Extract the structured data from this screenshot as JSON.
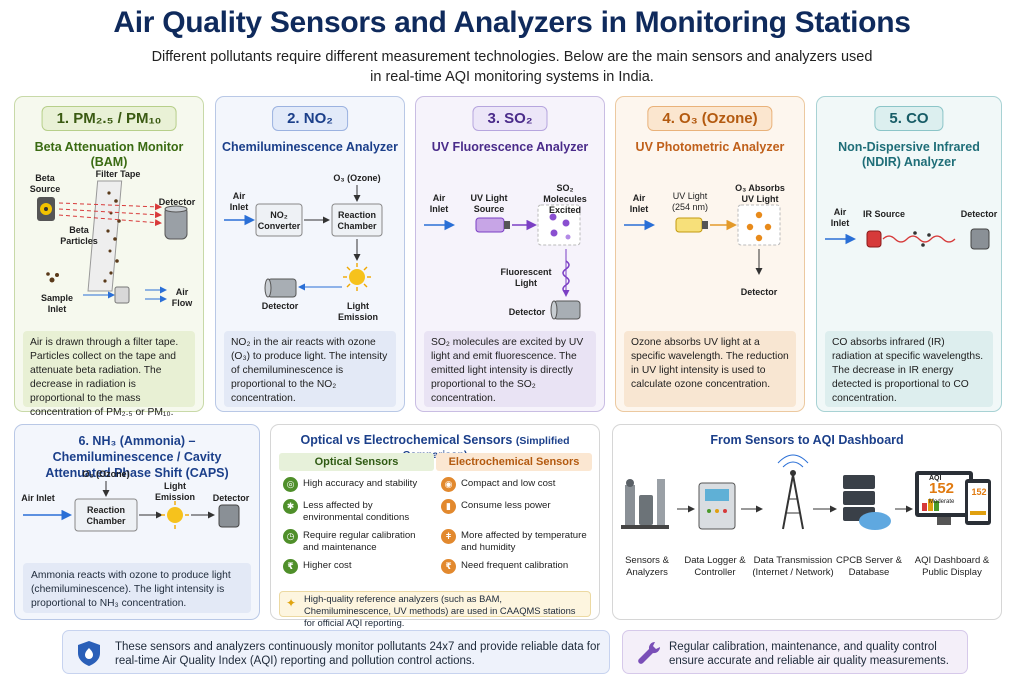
{
  "header": {
    "title": "Air Quality Sensors and Analyzers in Monitoring Stations",
    "subtitle": "Different pollutants require different measurement technologies. Below are the main sensors and analyzers used in real-time AQI monitoring systems in India."
  },
  "cards": {
    "pm": {
      "badge": "1. PM₂.₅ / PM₁₀",
      "method": "Beta Attenuation Monitor (BAM)",
      "labels": {
        "beta_source": "Beta Source",
        "filter_tape": "Filter Tape",
        "detector": "Detector",
        "beta_particles": "Beta Particles",
        "sample_inlet": "Sample Inlet",
        "air_flow": "Air Flow"
      },
      "description": "Air is drawn through a filter tape. Particles collect on the tape and attenuate beta radiation. The decrease in radiation is proportional to the mass concentration of PM₂.₅ or PM₁₀."
    },
    "no2": {
      "badge": "2. NO₂",
      "method": "Chemiluminescence Analyzer",
      "labels": {
        "air_inlet": "Air Inlet",
        "converter": "NO₂ Converter",
        "ozone": "O₃ (Ozone)",
        "chamber": "Reaction Chamber",
        "detector": "Detector",
        "emission": "Light Emission"
      },
      "description": "NO₂ in the air reacts with ozone (O₃) to produce light. The intensity of chemiluminescence is proportional to the NO₂ concentration."
    },
    "so2": {
      "badge": "3. SO₂",
      "method": "UV Fluorescence Analyzer",
      "labels": {
        "air_inlet": "Air Inlet",
        "uv_source": "UV Light Source",
        "excited": "SO₂ Molecules Excited",
        "fluorescent": "Fluorescent Light",
        "detector": "Detector"
      },
      "description": "SO₂ molecules are excited by UV light and emit fluorescence. The emitted light intensity is directly proportional to the SO₂ concentration."
    },
    "o3": {
      "badge": "4. O₃ (Ozone)",
      "method": "UV Photometric Analyzer",
      "labels": {
        "air_inlet": "Air Inlet",
        "uv_light": "UV Light (254 nm)",
        "absorbs": "O₃ Absorbs UV Light",
        "detector": "Detector"
      },
      "description": "Ozone absorbs UV light at a specific wavelength. The reduction in UV light intensity is used to calculate ozone concentration."
    },
    "co": {
      "badge": "5. CO",
      "method": "Non-Dispersive Infrared (NDIR) Analyzer",
      "labels": {
        "air_inlet": "Air Inlet",
        "ir_source": "IR Source",
        "detector": "Detector"
      },
      "description": "CO absorbs infrared (IR) radiation at specific wavelengths. The decrease in IR energy detected is proportional to CO concentration."
    },
    "nh3": {
      "title": "6. NH₃ (Ammonia) – Chemiluminescence / Cavity Attenuated Phase Shift (CAPS)",
      "labels": {
        "air_inlet": "Air Inlet",
        "ozone": "O₃ (Ozone)",
        "chamber": "Reaction Chamber",
        "emission": "Light Emission",
        "detector": "Detector"
      },
      "description": "Ammonia reacts with ozone to produce light (chemiluminescence). The light intensity is proportional to NH₃ concentration."
    }
  },
  "comparison": {
    "title": "Optical vs Electrochemical Sensors",
    "title_small": "(Simplified Comparison)",
    "optical_head": "Optical Sensors",
    "electro_head": "Electrochemical Sensors",
    "optical": [
      "High accuracy and stability",
      "Less affected by environmental conditions",
      "Require regular calibration and maintenance",
      "Higher cost"
    ],
    "electro": [
      "Compact and low cost",
      "Consume less power",
      "More affected by temperature and humidity",
      "Need frequent calibration"
    ],
    "note": "High-quality reference analyzers (such as BAM, Chemiluminescence, UV methods) are used in CAAQMS stations for official AQI reporting."
  },
  "pipeline": {
    "title": "From Sensors to AQI Dashboard",
    "steps": [
      "Sensors & Analyzers",
      "Data Logger & Controller",
      "Data Transmission (Internet / Network)",
      "CPCB Server & Database",
      "AQI Dashboard & Public Display"
    ],
    "dashboard": {
      "label": "AQI",
      "value": "152",
      "status": "Moderate"
    }
  },
  "footer": {
    "left": "These sensors and analyzers continuously monitor pollutants 24x7 and provide reliable data for real-time Air Quality Index (AQI) reporting and pollution control actions.",
    "right": "Regular calibration, maintenance, and quality control ensure accurate and reliable air quality measurements."
  },
  "colors": {
    "primary": "#0f2a5c",
    "optical": "#4f8f2a",
    "electro": "#e2892e",
    "arrow": "#2a6fd6"
  }
}
